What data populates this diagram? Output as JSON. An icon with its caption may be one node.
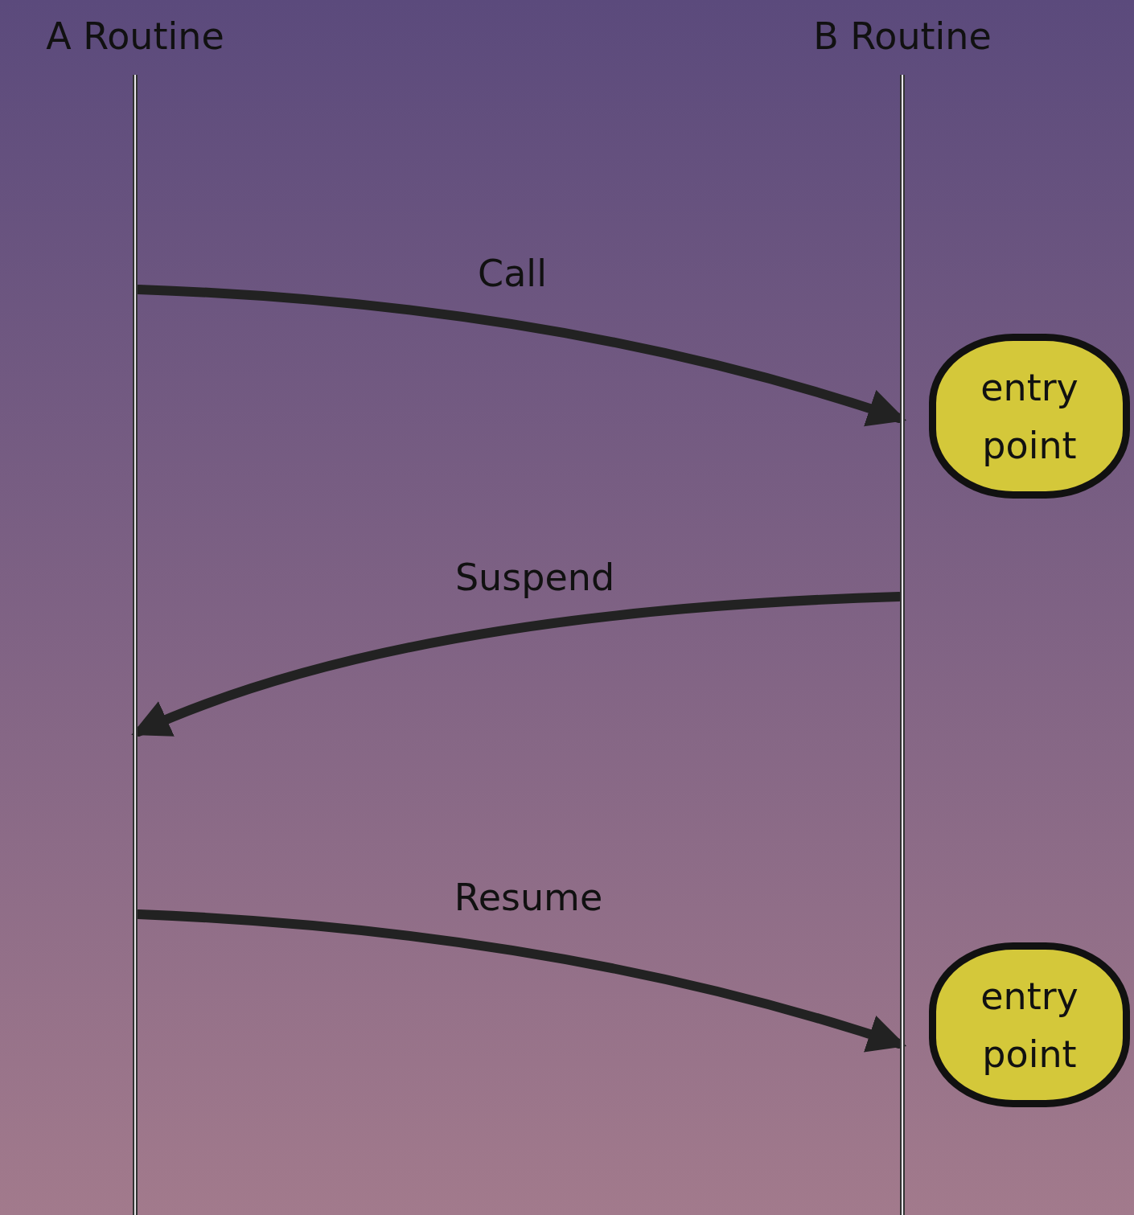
{
  "diagram": {
    "nodes": [
      {
        "text": [
          "A Routine"
        ]
      },
      {
        "text": [
          "B Routine"
        ]
      },
      {
        "text": [
          "entry point"
        ]
      },
      {
        "text": [
          "entry point"
        ]
      }
    ],
    "edges": [
      {
        "from": 0,
        "to": 1,
        "label": "Call",
        "arrow": "to"
      },
      {
        "from": 1,
        "to": 0,
        "label": "Suspend",
        "arrow": "to"
      },
      {
        "from": 0,
        "to": 1,
        "label": "Resume",
        "arrow": "to"
      }
    ]
  }
}
